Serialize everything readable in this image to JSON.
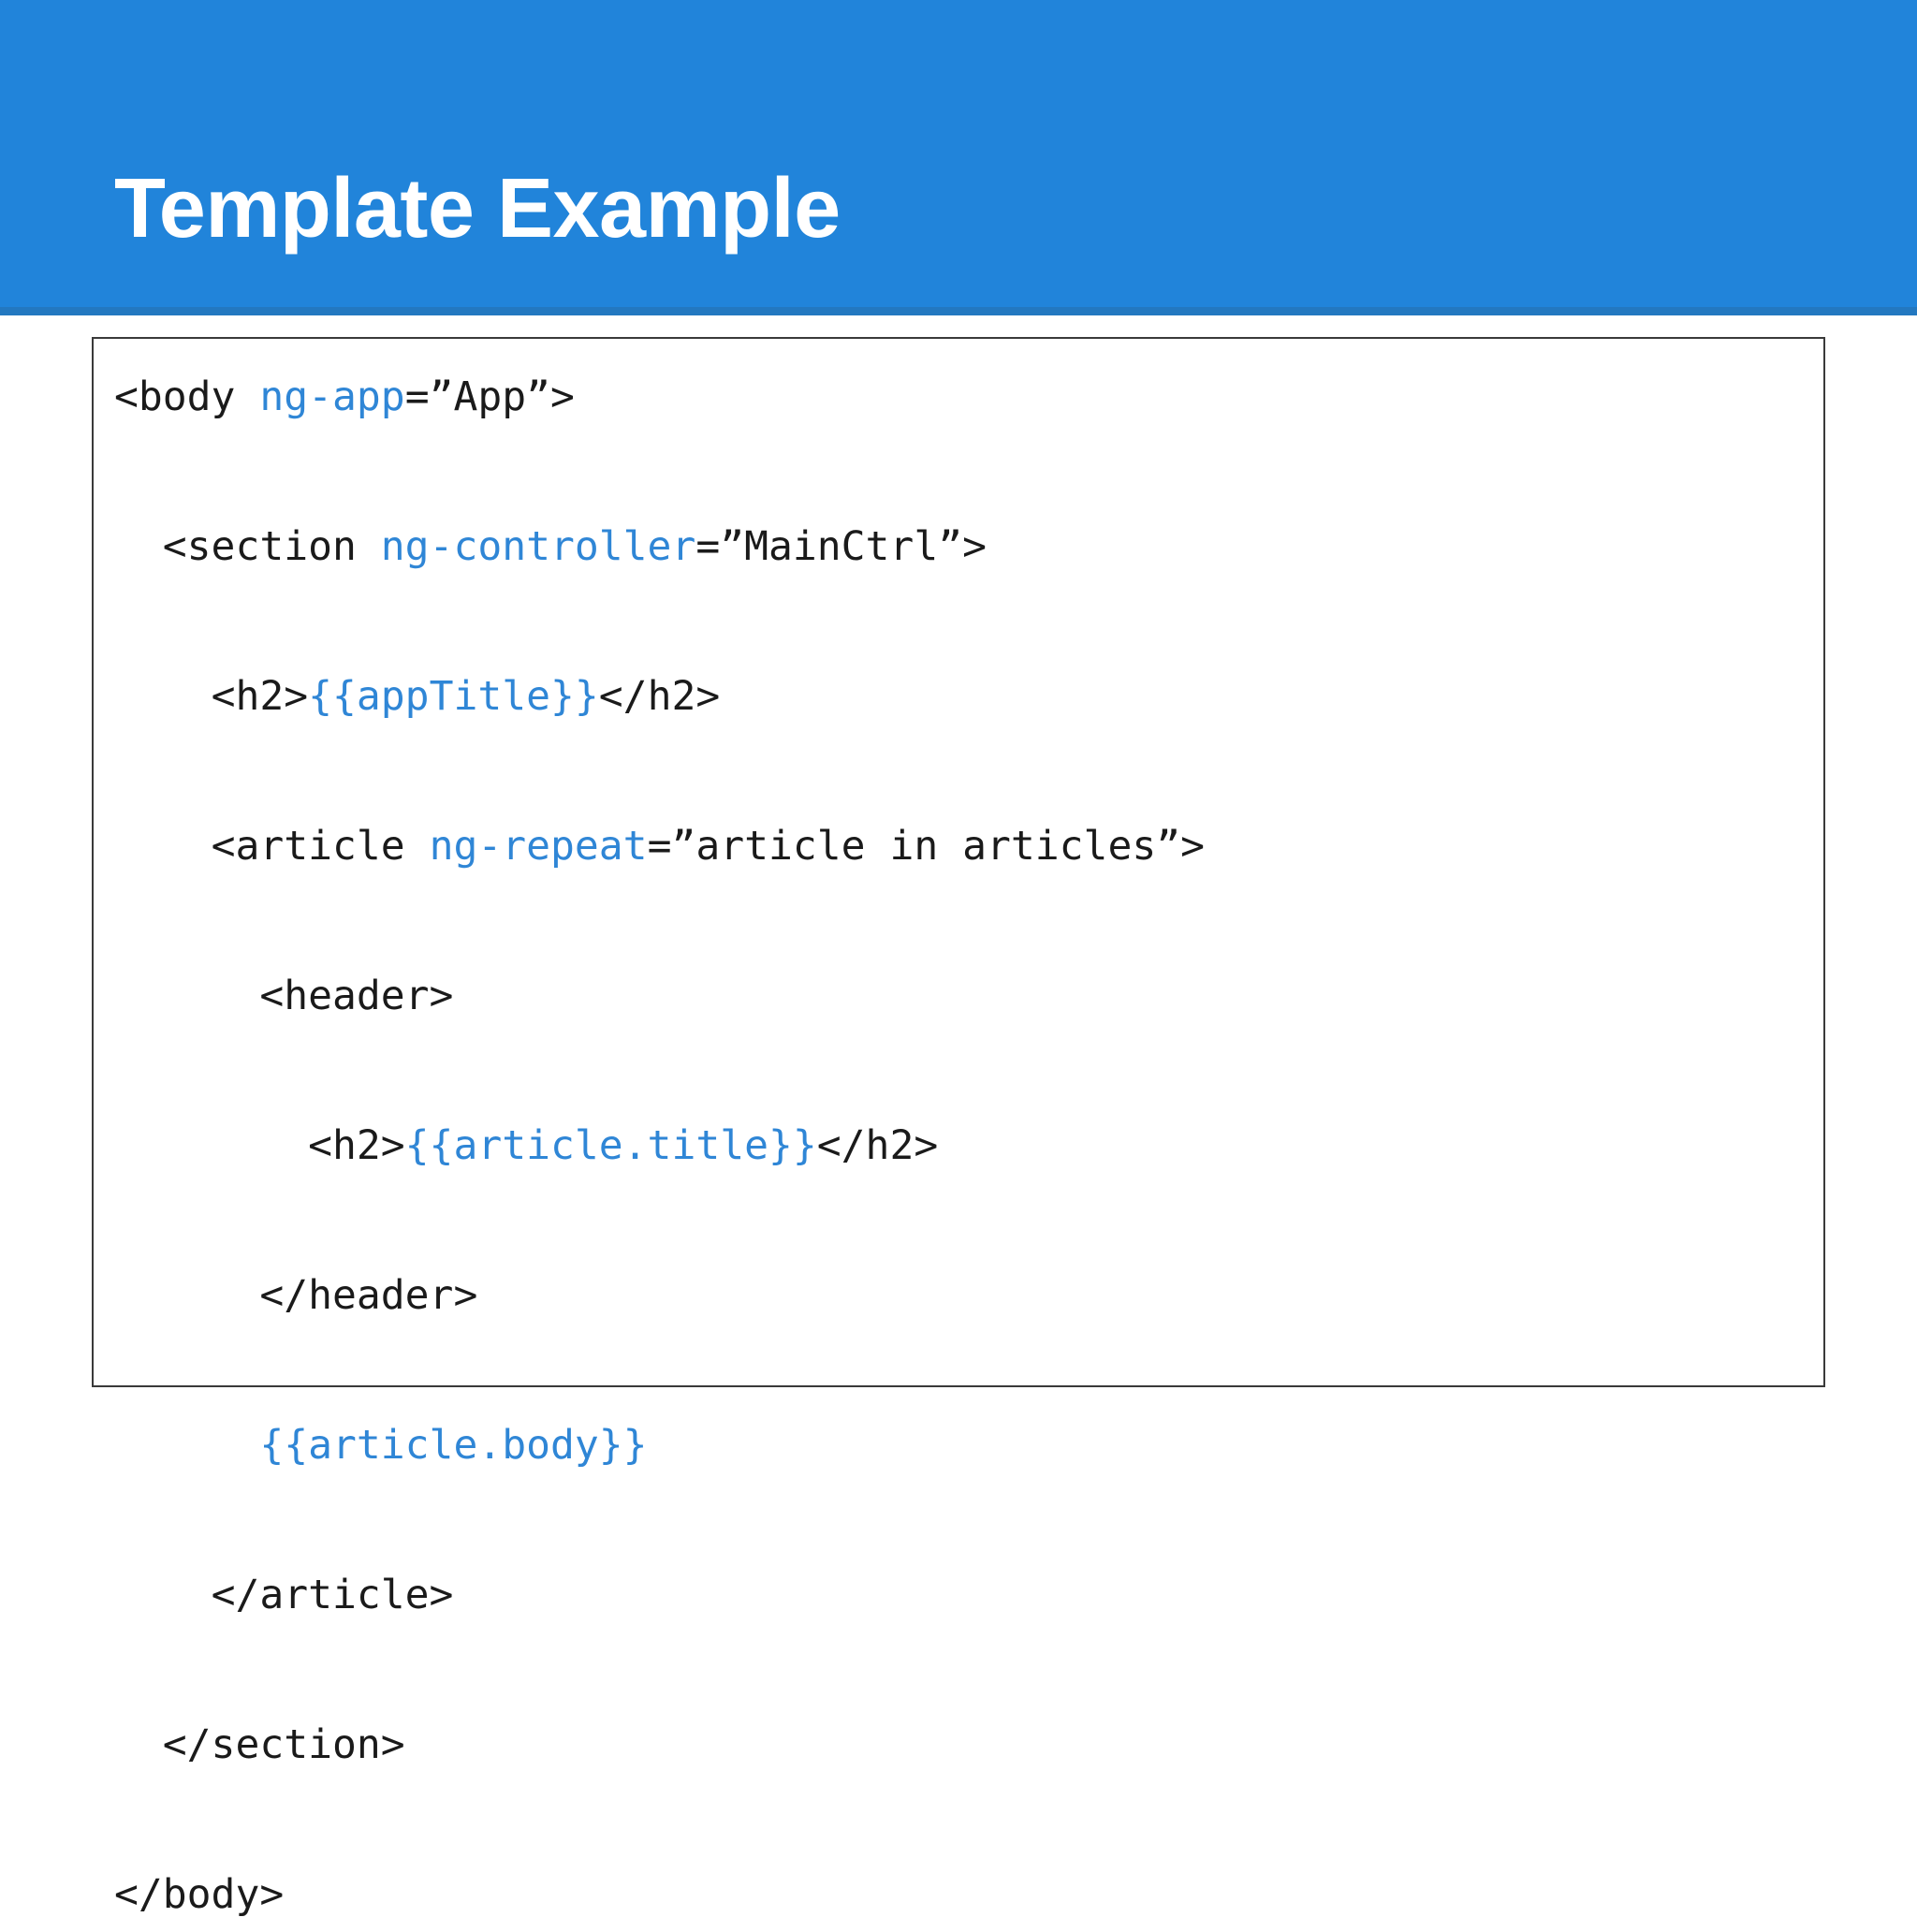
{
  "slide": {
    "title": "Template Example",
    "header_bg": "#2184da",
    "header_accent": "#2378c0",
    "title_color": "#ffffff",
    "background": "#ffffff"
  },
  "code_box": {
    "border_color": "#3a3a3a",
    "background": "#ffffff",
    "language": "html",
    "colors": {
      "plain": "#1a1a1a",
      "directive": "#2f86d6",
      "binding": "#2f86d6"
    },
    "lines": [
      {
        "indent": "",
        "segments": [
          {
            "text": "<body ",
            "kind": "plain"
          },
          {
            "text": "ng-app",
            "kind": "directive"
          },
          {
            "text": "=”App”>",
            "kind": "plain"
          }
        ]
      },
      {
        "indent": "  ",
        "segments": [
          {
            "text": "<section ",
            "kind": "plain"
          },
          {
            "text": "ng-controller",
            "kind": "directive"
          },
          {
            "text": "=”MainCtrl”>",
            "kind": "plain"
          }
        ]
      },
      {
        "indent": "    ",
        "segments": [
          {
            "text": "<h2>",
            "kind": "plain"
          },
          {
            "text": "{{appTitle}}",
            "kind": "binding"
          },
          {
            "text": "</h2>",
            "kind": "plain"
          }
        ]
      },
      {
        "indent": "    ",
        "segments": [
          {
            "text": "<article ",
            "kind": "plain"
          },
          {
            "text": "ng-repeat",
            "kind": "directive"
          },
          {
            "text": "=”article in articles”>",
            "kind": "plain"
          }
        ]
      },
      {
        "indent": "      ",
        "segments": [
          {
            "text": "<header>",
            "kind": "plain"
          }
        ]
      },
      {
        "indent": "        ",
        "segments": [
          {
            "text": "<h2>",
            "kind": "plain"
          },
          {
            "text": "{{article.title}}",
            "kind": "binding"
          },
          {
            "text": "</h2>",
            "kind": "plain"
          }
        ]
      },
      {
        "indent": "      ",
        "segments": [
          {
            "text": "</header>",
            "kind": "plain"
          }
        ]
      },
      {
        "indent": "      ",
        "segments": [
          {
            "text": "{{article.body}}",
            "kind": "binding"
          }
        ]
      },
      {
        "indent": "    ",
        "segments": [
          {
            "text": "</article>",
            "kind": "plain"
          }
        ]
      },
      {
        "indent": "  ",
        "segments": [
          {
            "text": "</section>",
            "kind": "plain"
          }
        ]
      },
      {
        "indent": "",
        "segments": [
          {
            "text": "</body>",
            "kind": "plain"
          }
        ]
      }
    ]
  }
}
